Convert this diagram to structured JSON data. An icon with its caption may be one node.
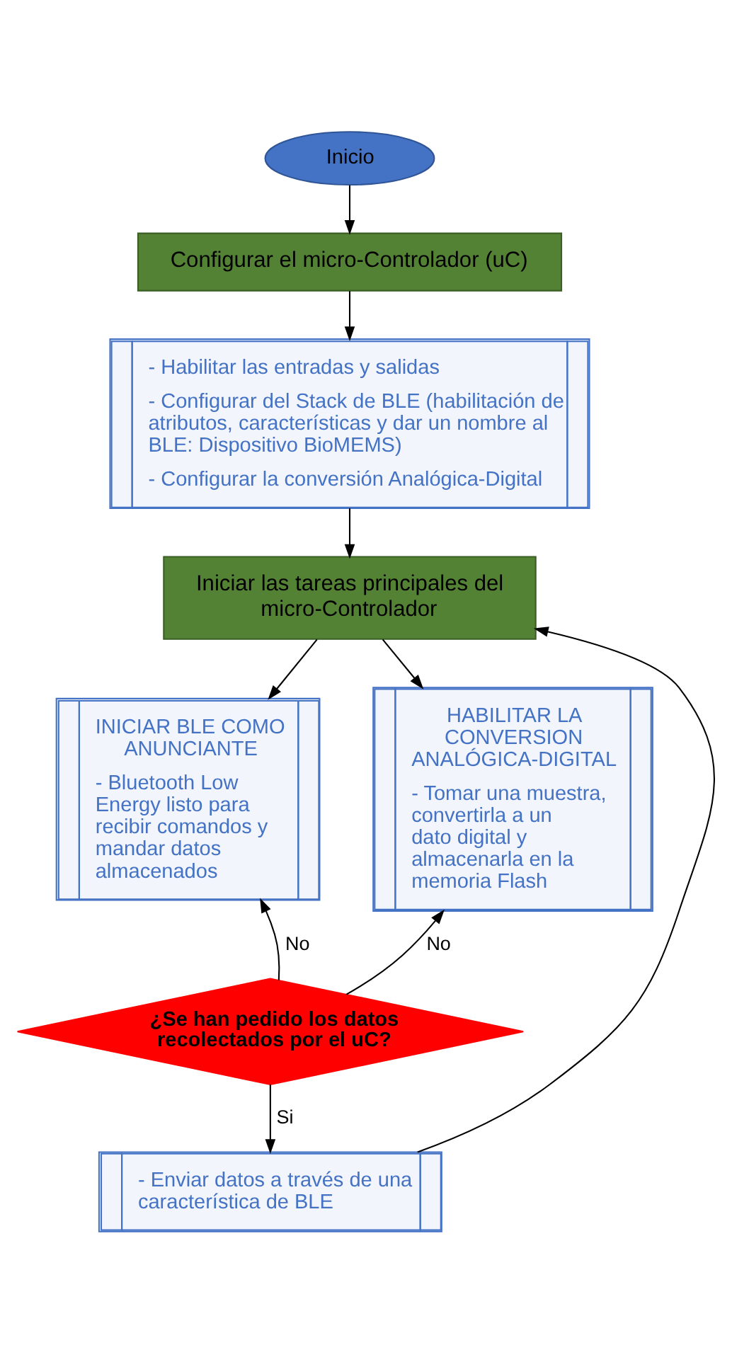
{
  "diagram": {
    "nodes": [
      {
        "text": [
          "Inicio"
        ]
      },
      {
        "text": [
          "Configurar el micro-Controlador (uC)"
        ]
      },
      {
        "text": [
          "- Habilitar las entradas y salidas",
          "- Configurar del Stack de BLE (habilitación de atributos, características y dar un nombre al BLE: Dispositivo BioMEMS)",
          "- Configurar la conversión Analógica-Digital"
        ]
      },
      {
        "text": [
          "Iniciar las tareas principales del micro-Controlador"
        ]
      },
      {
        "text": [
          "INICIAR BLE COMO ANUNCIANTE",
          "- Bluetooth Low Energy listo para recibir comandos y mandar datos almacenados"
        ]
      },
      {
        "text": [
          "HABILITAR LA CONVERSION ANALÓGICA-DIGITAL",
          "- Tomar una muestra, convertirla a un dato digital y almacenarla en la memoria Flash"
        ]
      },
      {
        "text": [
          "¿Se han pedido los datos recolectados por el uC?"
        ]
      },
      {
        "text": [
          "- Enviar datos a través de una característica de BLE"
        ]
      }
    ],
    "edges": [
      {
        "from": 0,
        "to": 1,
        "arrow": "to"
      },
      {
        "from": 1,
        "to": 2,
        "arrow": "to"
      },
      {
        "from": 2,
        "to": 3,
        "arrow": "to"
      },
      {
        "from": 3,
        "to": 4,
        "arrow": "to"
      },
      {
        "from": 3,
        "to": 5,
        "arrow": "to"
      },
      {
        "from": 6,
        "to": 4,
        "label": "No",
        "arrow": "to"
      },
      {
        "from": 6,
        "to": 5,
        "label": "No",
        "arrow": "to"
      },
      {
        "from": 6,
        "to": 7,
        "label": "Si",
        "arrow": "to"
      },
      {
        "from": 7,
        "to": 3,
        "arrow": "to"
      }
    ]
  }
}
